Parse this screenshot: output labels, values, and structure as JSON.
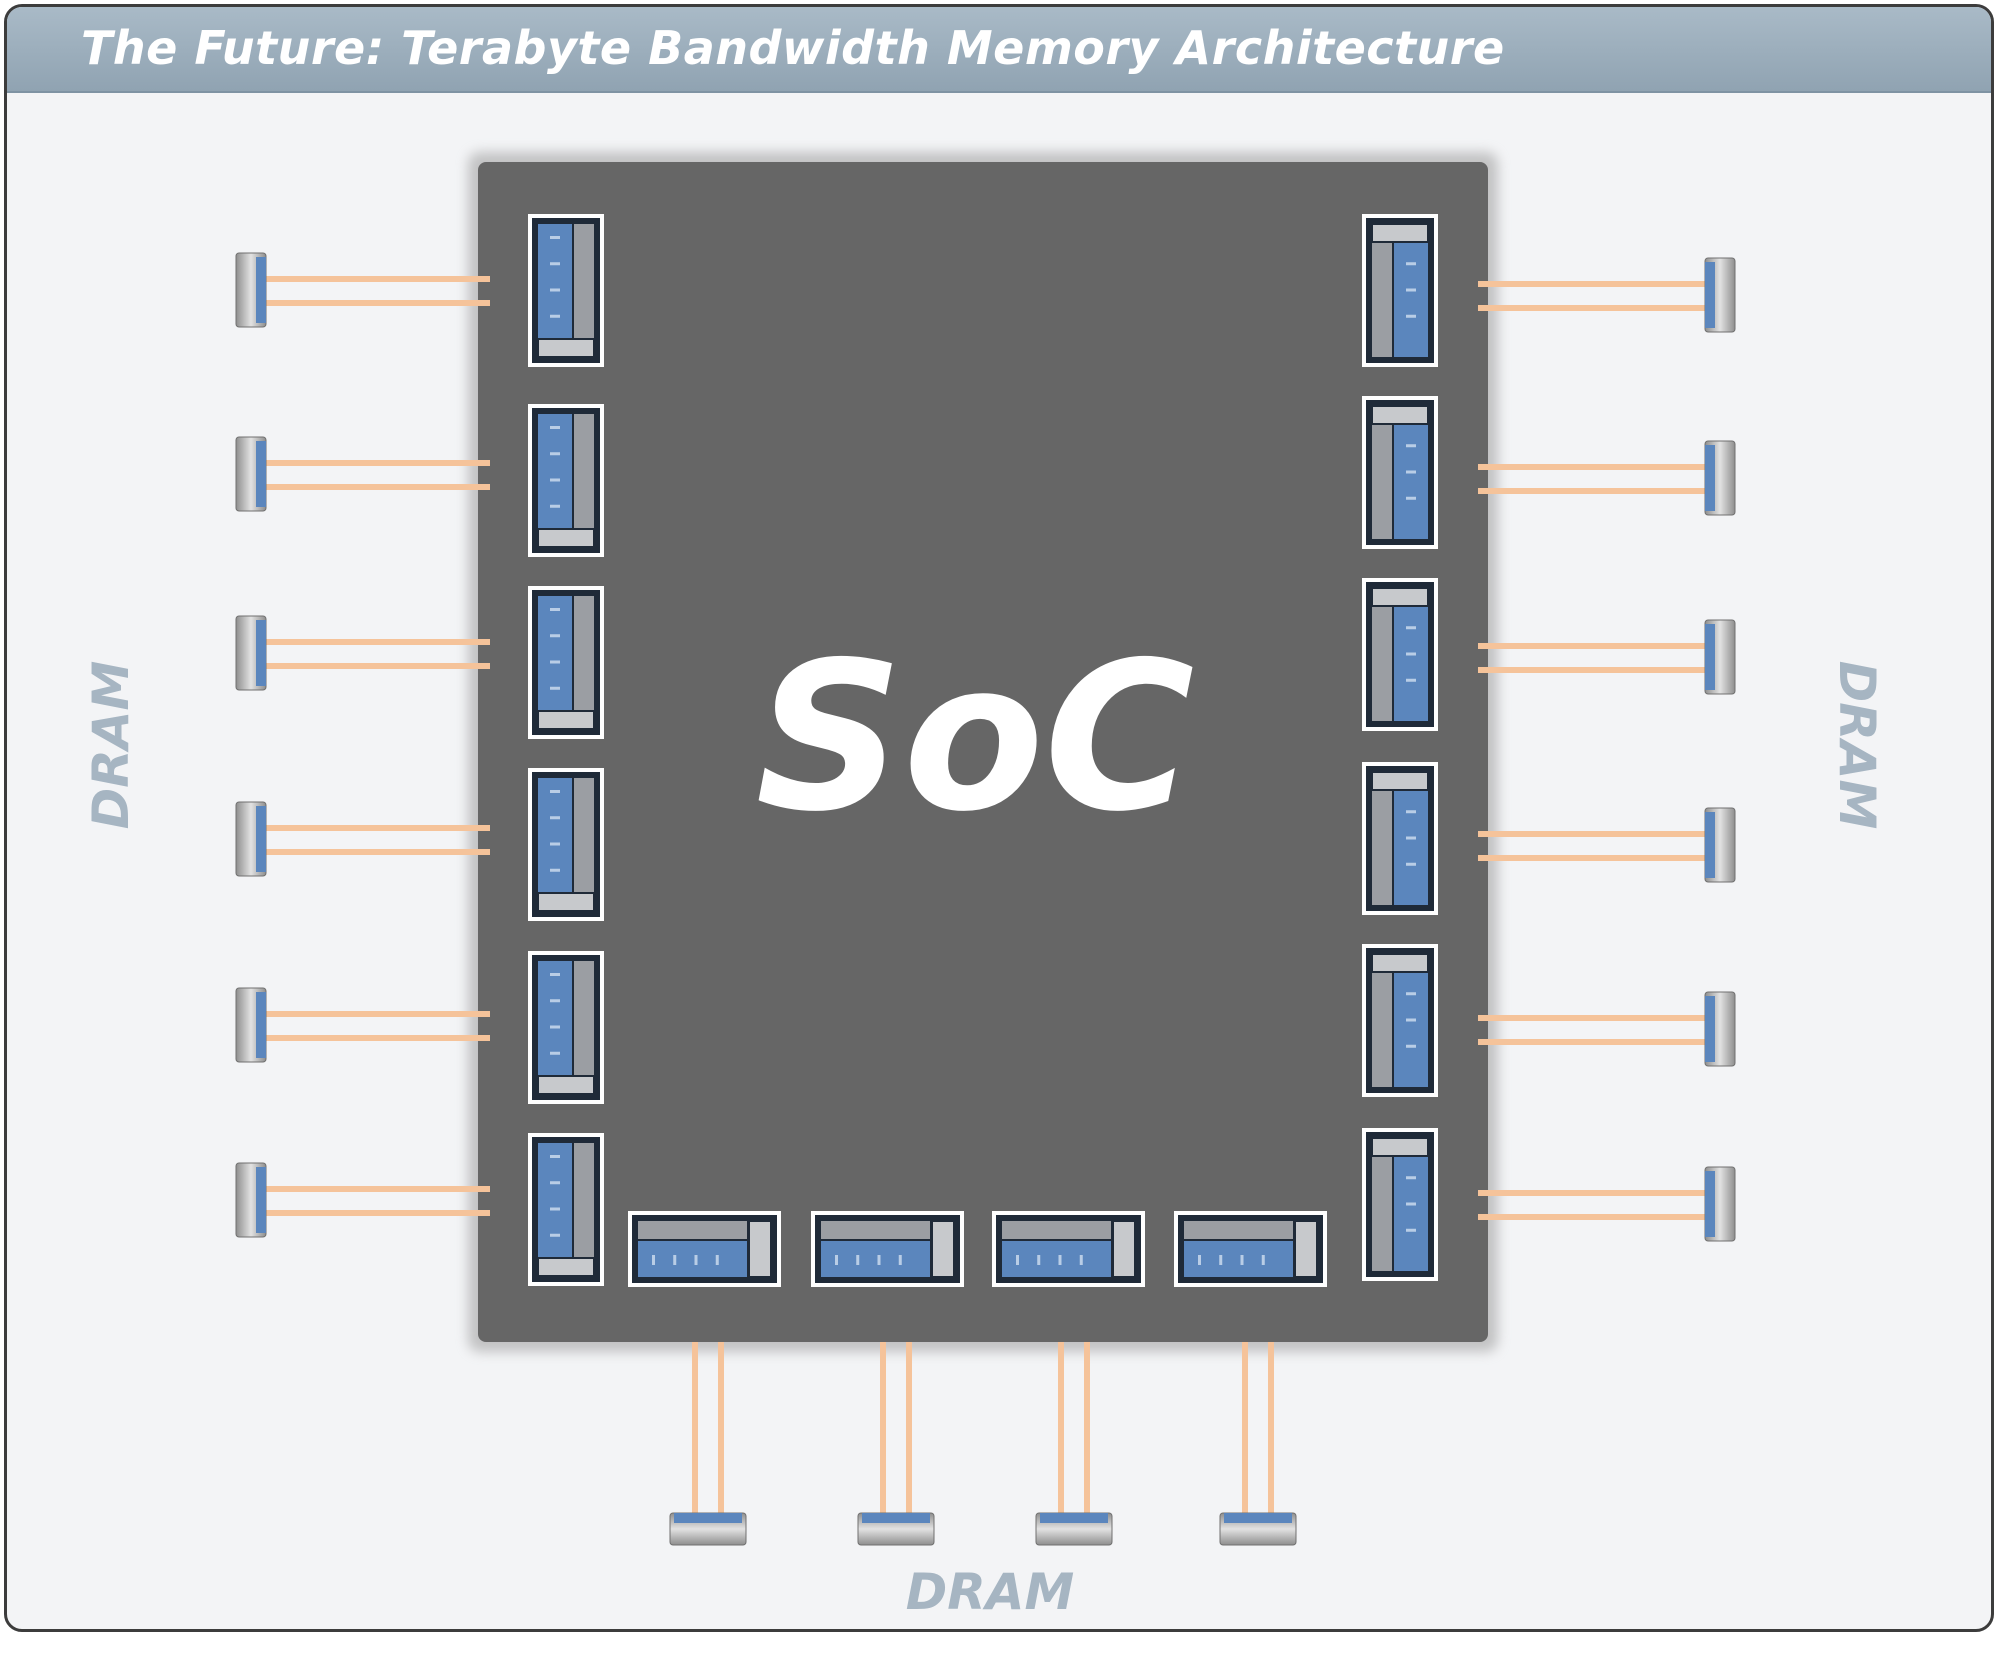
{
  "title": "The Future: Terabyte Bandwidth Memory Architecture",
  "soc_label": "SoC",
  "dram_labels": {
    "left": "DRAM",
    "right": "DRAM",
    "bottom": "DRAM"
  },
  "colors": {
    "title_bar": "#9fb1bf",
    "soc_die": "#666666",
    "controller_blue": "#5b86bd",
    "interconnect": "#f5c39a",
    "dram_label": "#a6b5c2",
    "background": "#f3f4f6"
  },
  "counts": {
    "left_channels": 6,
    "right_channels": 6,
    "bottom_channels": 4
  }
}
